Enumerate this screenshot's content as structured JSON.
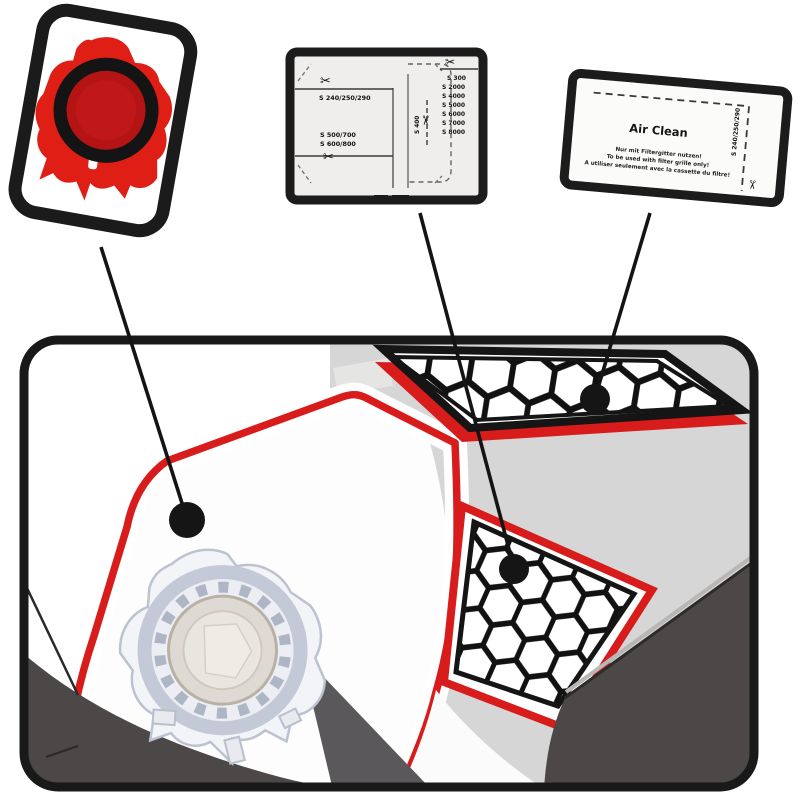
{
  "image": {
    "type": "product-installation-diagram",
    "subject": "vacuum cleaner dust bag collar, cutting template and exhaust filter shown above an open vacuum bag compartment"
  },
  "colors": {
    "red_outline": "#d81c1c",
    "collar_red": "#df1f16",
    "collar_inner_red": "#b51414",
    "frame_black": "#1a1a1a",
    "dark_band": "#4b4847",
    "bag_shadow": "#5b585c",
    "housing_gray": "#d6d6d6",
    "card_gray": "#efeeec"
  },
  "icons": {
    "scissors": "✂"
  },
  "cards": {
    "collar_card": {
      "name": "red dust bag collar plate"
    },
    "template_card": {
      "cut_label_left": "S 240/250/290",
      "cut_labels_mid": [
        "S 500/700",
        "S 600/800"
      ],
      "vertical_label": "S 400",
      "right_labels": [
        "S 300",
        "S 2000",
        "S 4000",
        "S 5000",
        "S 6000",
        "S 7000",
        "S 8000"
      ]
    },
    "airclean_card": {
      "title": "Air Clean",
      "note_de": "Nur mit Filtergitter nutzen!",
      "note_en": "To be used with filter grille only!",
      "note_fr": "A utiliser seulement avec la cassette du filtre!",
      "side_label": "S 240/250/290"
    }
  }
}
